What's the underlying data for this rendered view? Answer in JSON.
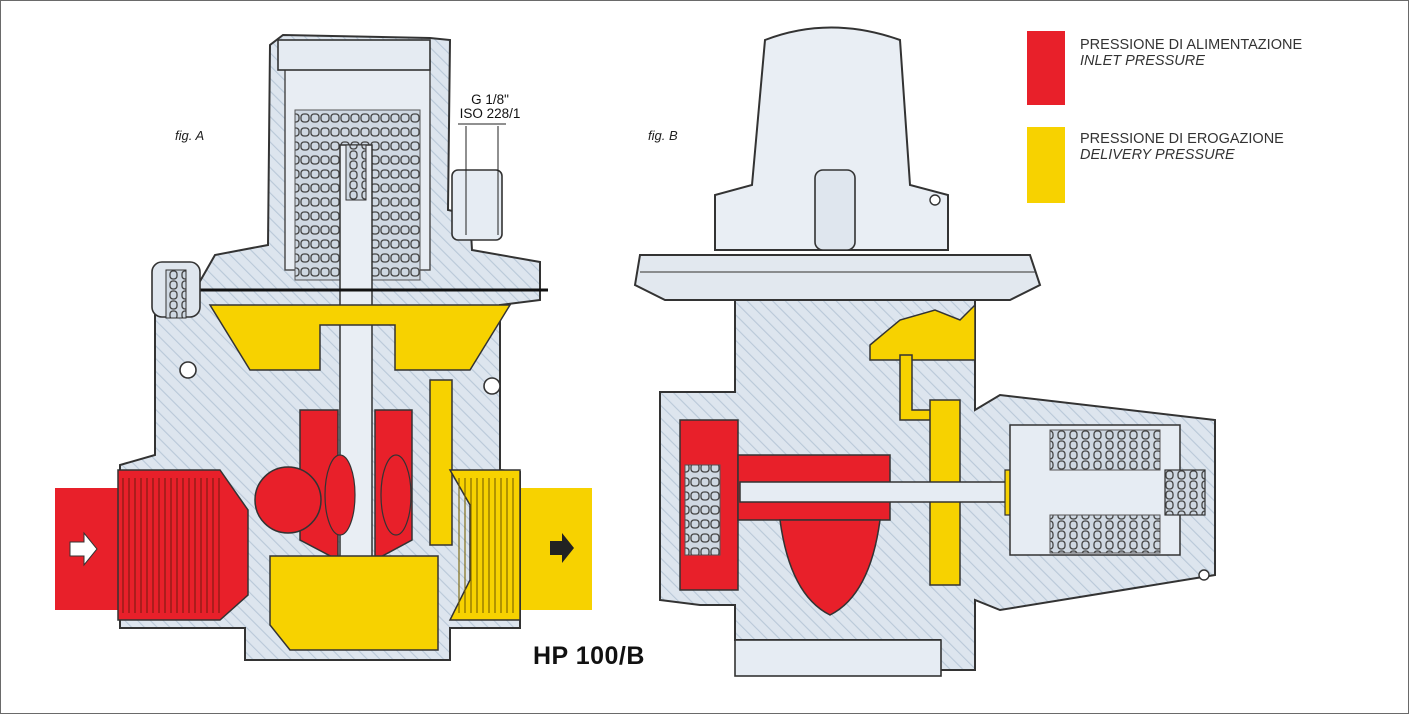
{
  "figure_a_label": "fig. A",
  "figure_b_label": "fig. B",
  "thread_spec": {
    "line1": "G 1/8\"",
    "line2": "ISO 228/1"
  },
  "model_name": "HP 100/B",
  "legend": [
    {
      "line1": "PRESSIONE DI ALIMENTAZIONE",
      "line2": "INLET PRESSURE",
      "color": "#e8202a"
    },
    {
      "line1": "PRESSIONE DI EROGAZIONE",
      "line2": "DELIVERY PRESSURE",
      "color": "#f7d200"
    }
  ],
  "colors": {
    "inlet": "#e8202a",
    "delivery": "#f7d200",
    "body": "#d9e1ea",
    "outline": "#333333"
  }
}
